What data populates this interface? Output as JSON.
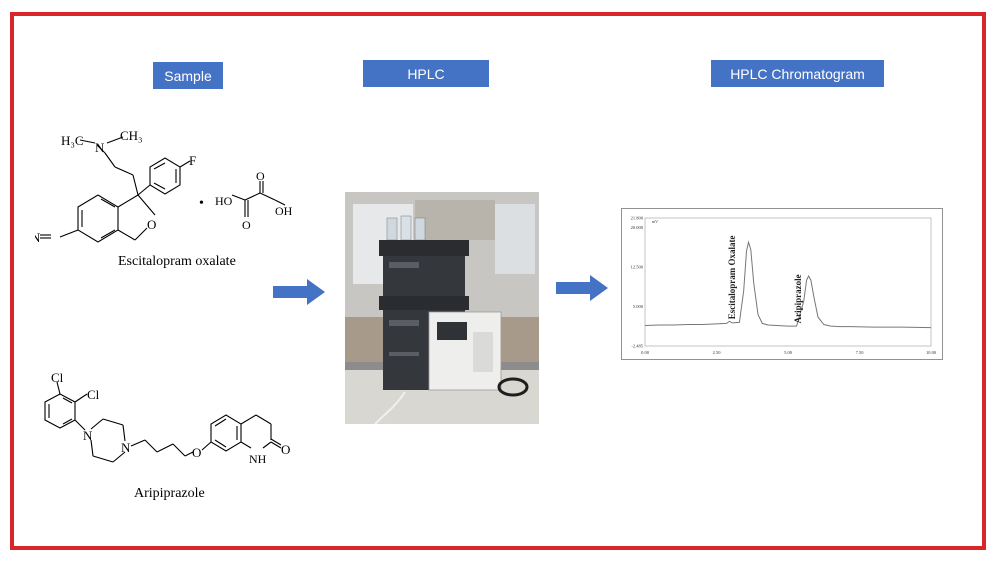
{
  "headers": {
    "sample": "Sample",
    "hplc": "HPLC",
    "chromatogram": "HPLC Chromatogram"
  },
  "molecules": {
    "escitalopram": {
      "name": "Escitalopram oxalate",
      "atoms": {
        "n_group": "N",
        "methyl_left": "H₃C",
        "methyl_right": "CH₃",
        "fluoro": "F",
        "oxygen": "O",
        "nitrile_n": "N",
        "bullet": "•",
        "ho": "HO",
        "oh": "OH",
        "o_top": "O",
        "o_bottom": "O"
      }
    },
    "aripiprazole": {
      "name": "Aripiprazole",
      "atoms": {
        "cl1": "Cl",
        "cl2": "Cl",
        "n1": "N",
        "n2": "N",
        "o": "O",
        "nh": "NH",
        "o_carbonyl": "O"
      }
    }
  },
  "chart_data": {
    "type": "line",
    "title": "",
    "xlabel": "",
    "ylabel": "mV",
    "xlim": [
      0,
      10
    ],
    "ylim": [
      -2.485,
      21.8
    ],
    "x_ticks": [
      "0.00",
      "2.50",
      "5.00",
      "7.50",
      "10.00"
    ],
    "y_ticks": [
      "21.800",
      "20.000",
      "12.500",
      "5.000",
      "-2.485"
    ],
    "series": [
      {
        "x": [
          0.0,
          0.5,
          1.0,
          1.5,
          2.0,
          2.5,
          2.85,
          2.95,
          3.05,
          3.3,
          3.45,
          3.55,
          3.62,
          3.7,
          3.8,
          3.95,
          4.1,
          4.3,
          4.6,
          5.0,
          5.3,
          5.55,
          5.65,
          5.72,
          5.8,
          5.9,
          6.05,
          6.25,
          6.5,
          6.8,
          7.2,
          8.0,
          9.0,
          10.0
        ],
        "values": [
          1.4,
          1.5,
          1.5,
          1.6,
          1.6,
          1.7,
          1.8,
          2.2,
          1.9,
          2.0,
          8.0,
          15.5,
          17.2,
          15.8,
          9.5,
          3.5,
          1.8,
          1.5,
          1.4,
          1.3,
          1.3,
          6.0,
          10.0,
          10.8,
          10.0,
          7.0,
          3.0,
          1.6,
          1.3,
          1.2,
          1.2,
          1.1,
          1.1,
          1.0
        ]
      }
    ],
    "annotations": [
      "Escitalopram Oxalate",
      "Aripiprazole"
    ]
  }
}
